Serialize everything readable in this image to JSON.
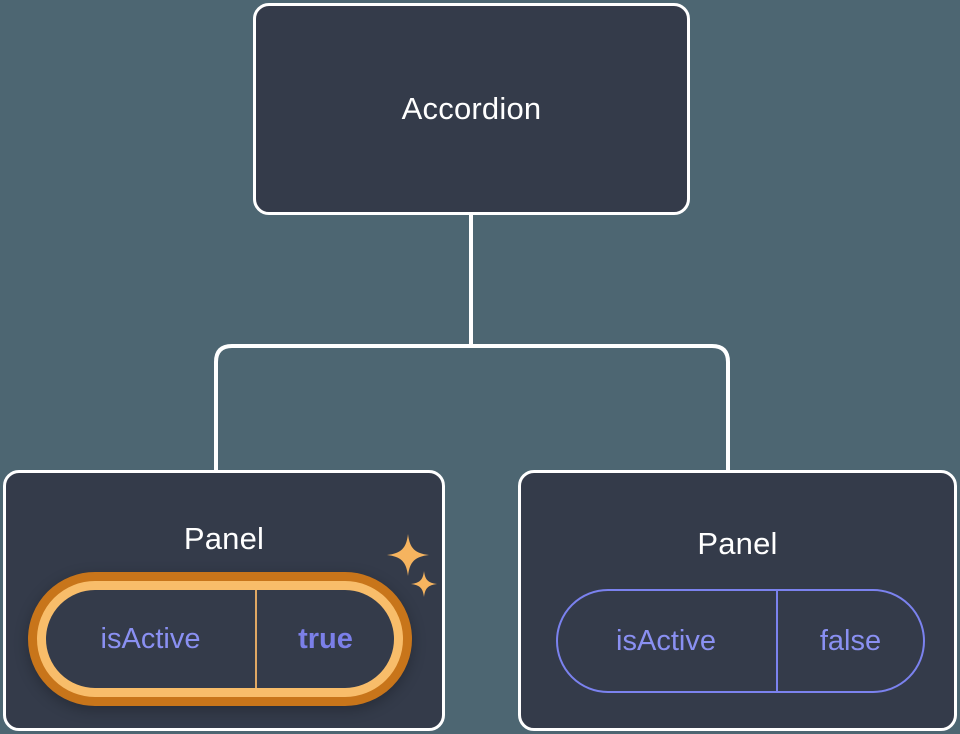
{
  "diagram": {
    "type": "component-tree",
    "background_color": "#4d6672",
    "node_fill_color": "#343b4a",
    "node_border_color": "#ffffff",
    "accent_color": "#8a90f2",
    "highlight_outer_color": "#c8751a",
    "highlight_inner_color": "#f8bd6a",
    "sparkle_color": "#f6b45f",
    "root": {
      "title": "Accordion"
    },
    "children": [
      {
        "title": "Panel",
        "highlighted": true,
        "prop": {
          "key": "isActive",
          "value": "true"
        },
        "sparkles": [
          "sparkle-large-icon",
          "sparkle-small-icon"
        ]
      },
      {
        "title": "Panel",
        "highlighted": false,
        "prop": {
          "key": "isActive",
          "value": "false"
        }
      }
    ],
    "connectors": {
      "description": "vertical trunk from root bottom, splitting into a rounded horizontal bar feeding both child panels",
      "color": "#ffffff"
    }
  }
}
